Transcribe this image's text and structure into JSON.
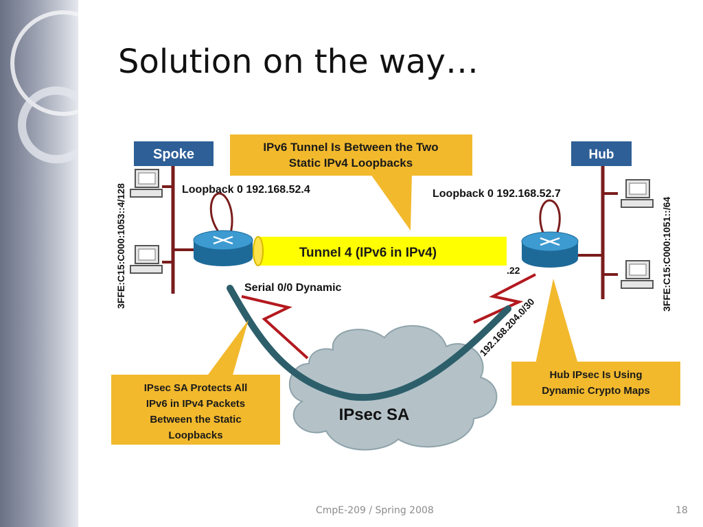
{
  "slide": {
    "title": "Solution on the way…",
    "footer_text": "CmpE-209 / Spring 2008",
    "page_number": "18"
  },
  "diagram": {
    "spoke_label": "Spoke",
    "hub_label": "Hub",
    "tunnel_callout_line1": "IPv6 Tunnel Is Between the Two",
    "tunnel_callout_line2": "Static IPv4 Loopbacks",
    "spoke_loopback": "Loopback 0 192.168.52.4",
    "hub_loopback": "Loopback 0 192.168.52.7",
    "tunnel_label": "Tunnel 4 (IPv6 in IPv4)",
    "spoke_serial": "Serial 0/0 Dynamic",
    "hub_host": ".22",
    "hub_subnet": "192.168.204.0/30",
    "spoke_ipv6": "3FFE:C15:C000:1053::4/128",
    "hub_ipv6": "3FFE:C15:C000:1051::/64",
    "ipsec_sa_label": "IPsec SA",
    "ipsec_callout_lines": [
      "IPsec SA Protects All",
      "IPv6 in IPv4 Packets",
      "Between the Static",
      "Loopbacks"
    ],
    "hub_ipsec_callout_lines": [
      "Hub IPsec Is Using",
      "Dynamic Crypto Maps"
    ]
  },
  "colors": {
    "callout_fill": "#f2b92d",
    "label_box_fill": "#2e5f97",
    "tunnel_fill": "#ffff00",
    "lan_line": "#7a1c1c",
    "sa_curve": "#2d5f6b",
    "cloud_fill": "#b4c2c8",
    "router_fill": "#2a7fb0"
  }
}
